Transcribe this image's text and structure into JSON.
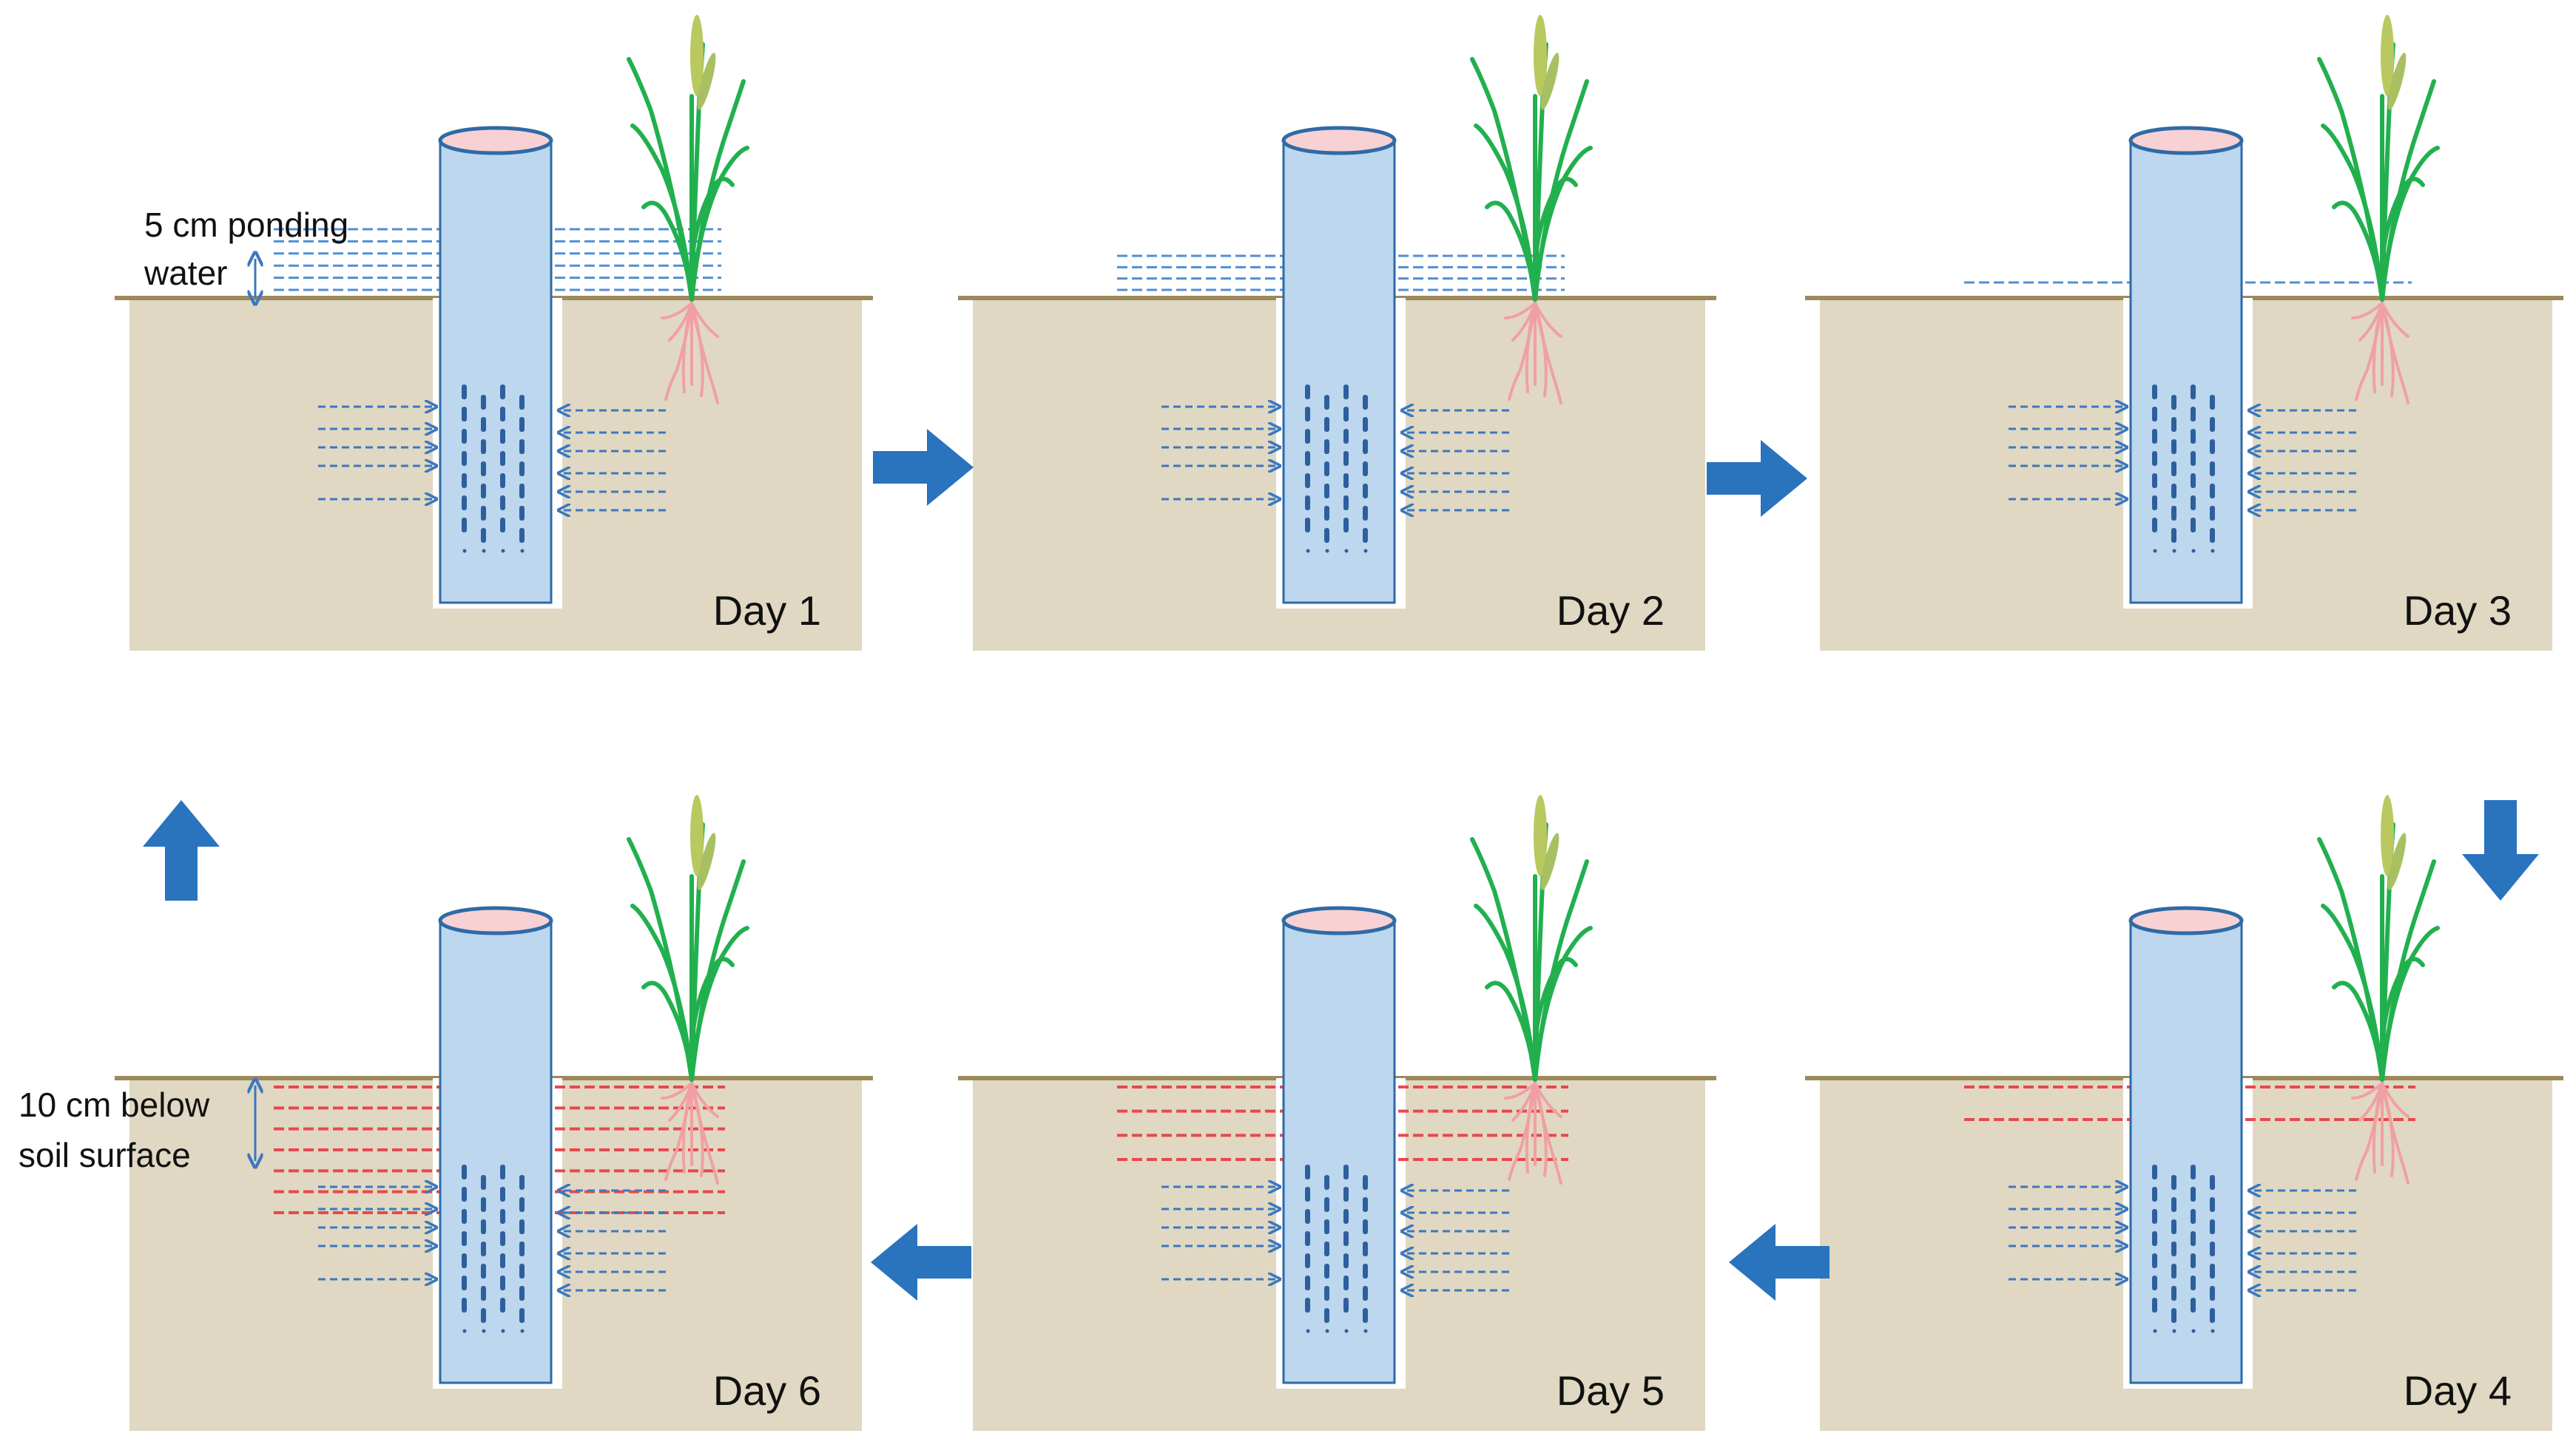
{
  "panels": [
    {
      "day_label": "Day 1",
      "water_state": "ponding",
      "water_level_cm": 5
    },
    {
      "day_label": "Day 2",
      "water_state": "ponding",
      "water_level_cm": 3
    },
    {
      "day_label": "Day 3",
      "water_state": "ponding",
      "water_level_cm": 1
    },
    {
      "day_label": "Day 4",
      "water_state": "below",
      "water_level_cm": -3
    },
    {
      "day_label": "Day 5",
      "water_state": "below",
      "water_level_cm": -6
    },
    {
      "day_label": "Day 6",
      "water_state": "below",
      "water_level_cm": -10
    }
  ],
  "annotations": {
    "ponding_line1": "5 cm ponding",
    "ponding_line2": "water",
    "below_line1": "10 cm below",
    "below_line2": "soil surface"
  },
  "flow_arrows": [
    "right",
    "right",
    "down",
    "left",
    "left",
    "up"
  ],
  "colors": {
    "soil": "#e0d8c2",
    "soil_line": "#9c8a5b",
    "tube_fill": "#bcd7ee",
    "tube_stroke": "#2e6aa6",
    "tube_top": "#f7d1d3",
    "ponding_water": "#4f8fd3",
    "low_water": "#e8484e",
    "seepage": "#3b78bf",
    "drops": "#2e5f9d",
    "roots": "#f0a0a4",
    "leaves": "#22b04f",
    "flow_arrow": "#2a73bd"
  }
}
